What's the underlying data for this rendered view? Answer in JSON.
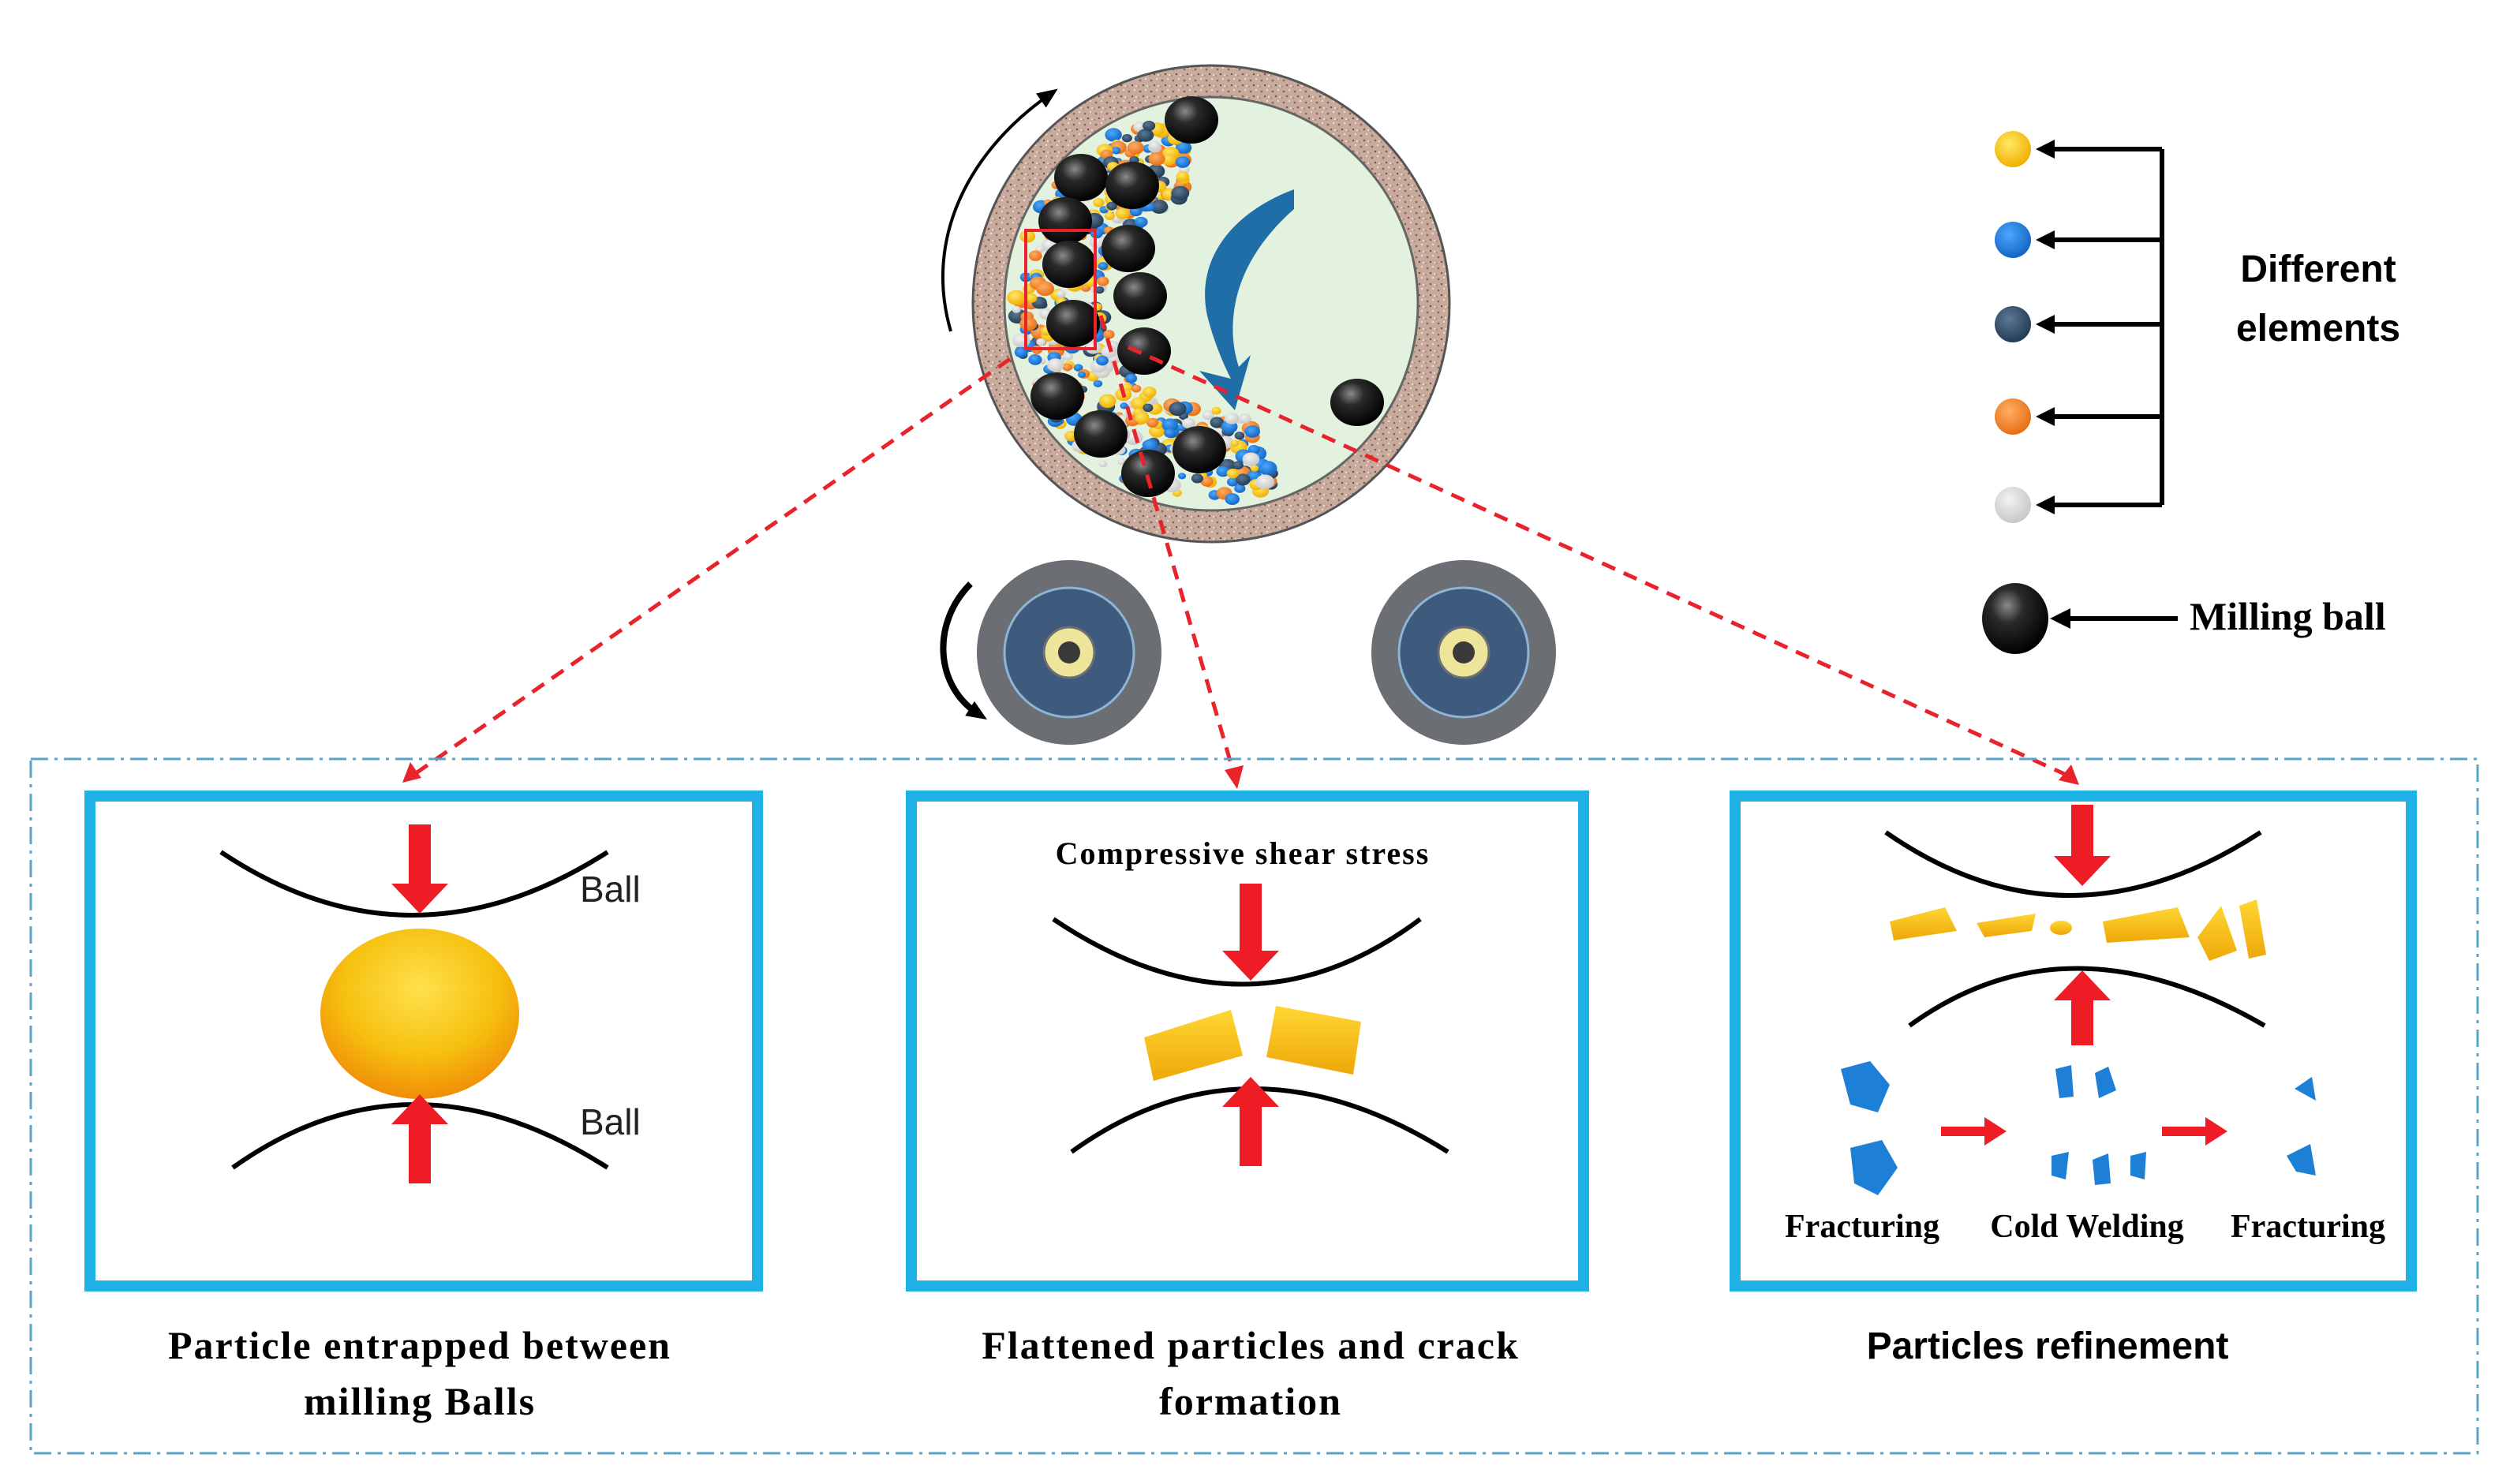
{
  "legend": {
    "elements_label_line1": "Different",
    "elements_label_line2": "elements",
    "milling_ball_label": "Milling ball"
  },
  "panels": [
    {
      "ball_top_label": "Ball",
      "ball_bottom_label": "Ball",
      "caption_line1": "Particle entrapped between",
      "caption_line2": "milling Balls"
    },
    {
      "stress_label": "Compressive shear stress",
      "caption_line1": "Flattened particles and crack",
      "caption_line2": "formation"
    },
    {
      "step_labels": [
        "Fracturing",
        "Cold Welding",
        "Fracturing"
      ],
      "caption_line1": "Particles refinement"
    }
  ],
  "colors": {
    "panel_border": "#1fb2e6",
    "dashed_connector": "#e8232b",
    "force_arrow": "#ee1c25",
    "particle_yellow": "#f5c518",
    "particle_blue": "#1e7fd6",
    "particle_darkblue": "#2e4a66",
    "particle_orange": "#f0852a",
    "particle_grey": "#d9d9d9",
    "vial_interior": "#e2f2df",
    "rotation_arrow": "#1f6ea8"
  }
}
